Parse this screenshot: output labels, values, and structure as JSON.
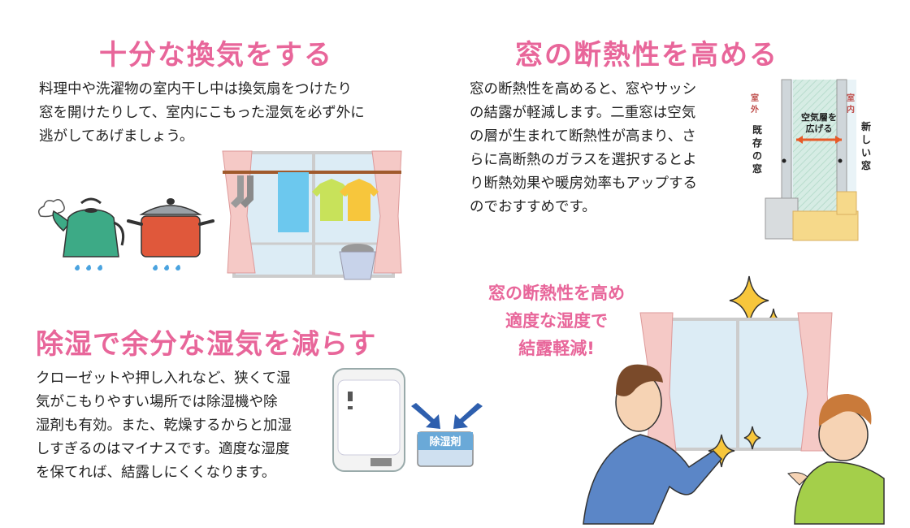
{
  "sections": {
    "ventilation": {
      "title": "十分な換気をする",
      "body": "料理中や洗濯物の室内干し中は換気扇をつけたり\n窓を開けたりして、室内にこもった湿気を必ず外に\n逃がしてあげましょう。"
    },
    "insulation": {
      "title": "窓の断熱性を高める",
      "body": "窓の断熱性を高めると、窓やサッシ\nの結露が軽減します。二重窓は空気\nの層が生まれて断熱性が高まり、さ\nらに高断熱のガラスを選択するとよ\nり断熱効果や暖房効率もアップする\nのでおすすめです。"
    },
    "dehumidify": {
      "title": "除湿で余分な湿気を減らす",
      "body": "クローゼットや押し入れなど、狭くて湿\n気がこもりやすい場所では除湿機や除\n湿剤も有効。また、乾燥するからと加湿\nしすぎるのはマイナスです。適度な湿度\nを保てれば、結露しにくくなります。"
    }
  },
  "window_diagram": {
    "outdoor_label": "室外",
    "indoor_label": "室内",
    "air_layer_label": "空気層を広げる",
    "existing_window_label": "既存の窓",
    "new_window_label": "新しい窓"
  },
  "dehumidifier_label": "除湿剤",
  "callout": "窓の断熱性を高め\n適度な湿度で\n結露軽減!",
  "colors": {
    "heading": "#e8669a",
    "body_text": "#222222",
    "curtain": "#f5c9c6",
    "window_glass": "#dcecf5",
    "arrow_blue": "#2e5fae"
  }
}
